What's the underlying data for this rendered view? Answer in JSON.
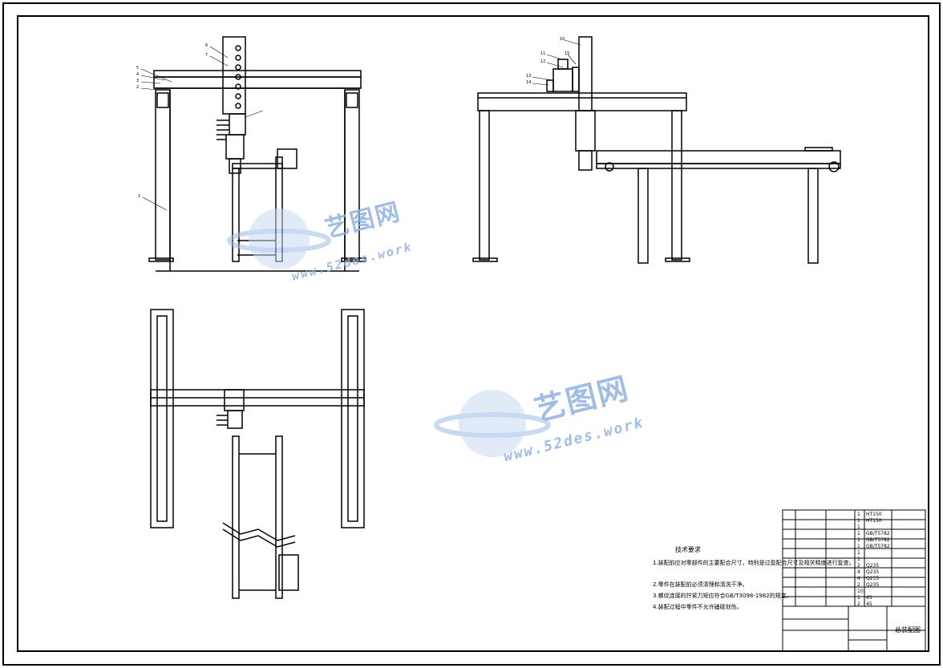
{
  "drawing": {
    "title_block": {
      "drawing_title": "总装配图"
    },
    "technical_requirements": {
      "title": "技术要求",
      "items": [
        "1.装配前应对零部件的主要配合尺寸，特别是过盈配合尺寸及相关精度进行复查。",
        "2.零件在装配前必须清理和清洗干净。",
        "3.螺纹连接的拧紧力矩应符合GB/T3098-1982的规定。",
        "4.装配过程中零件不允许磕碰划伤。"
      ]
    },
    "callouts_front": [
      "1",
      "2",
      "3",
      "4",
      "5",
      "6",
      "7"
    ],
    "callouts_side": [
      "10",
      "11",
      "12",
      "13",
      "14",
      "15"
    ],
    "bom_rows": [
      {
        "qty": "1",
        "material": "HT150"
      },
      {
        "qty": "1",
        "material": "HT150"
      },
      {
        "qty": "1",
        "material": ""
      },
      {
        "qty": "1",
        "material": "GB/T5782"
      },
      {
        "qty": "1",
        "material": "GB/T5782"
      },
      {
        "qty": "1",
        "material": "GB/T5782"
      },
      {
        "qty": "1",
        "material": ""
      },
      {
        "qty": "1",
        "material": ""
      },
      {
        "qty": "2",
        "material": "Q235"
      },
      {
        "qty": "4",
        "material": "Q235"
      },
      {
        "qty": "4",
        "material": "Q235"
      },
      {
        "qty": "2",
        "material": "Q235"
      },
      {
        "qty": "10",
        "material": ""
      },
      {
        "qty": "1",
        "material": "45"
      },
      {
        "qty": "2",
        "material": "45"
      }
    ]
  },
  "watermarks": [
    {
      "brand": "艺图网",
      "url": "www.52des.work"
    },
    {
      "brand": "艺图网",
      "url": "www.52des.work"
    }
  ]
}
